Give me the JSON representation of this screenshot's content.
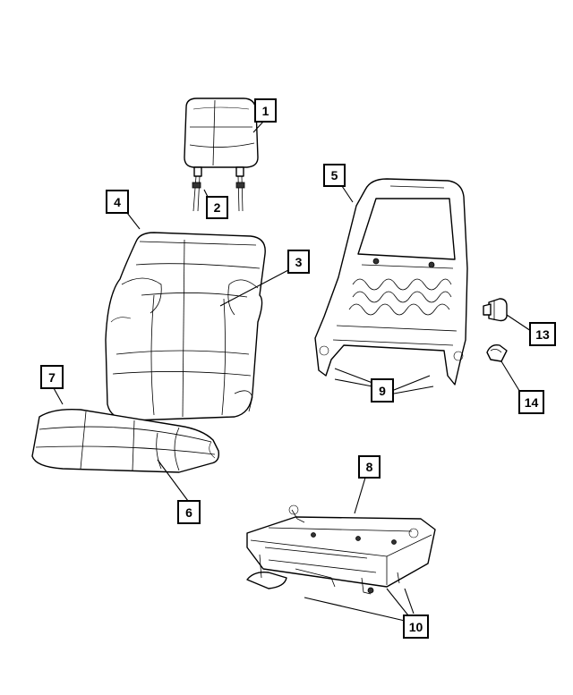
{
  "callouts": {
    "c1": "1",
    "c2": "2",
    "c3": "3",
    "c4": "4",
    "c5": "5",
    "c6": "6",
    "c7": "7",
    "c8": "8",
    "c9": "9",
    "c10": "10",
    "c13": "13",
    "c14": "14"
  }
}
